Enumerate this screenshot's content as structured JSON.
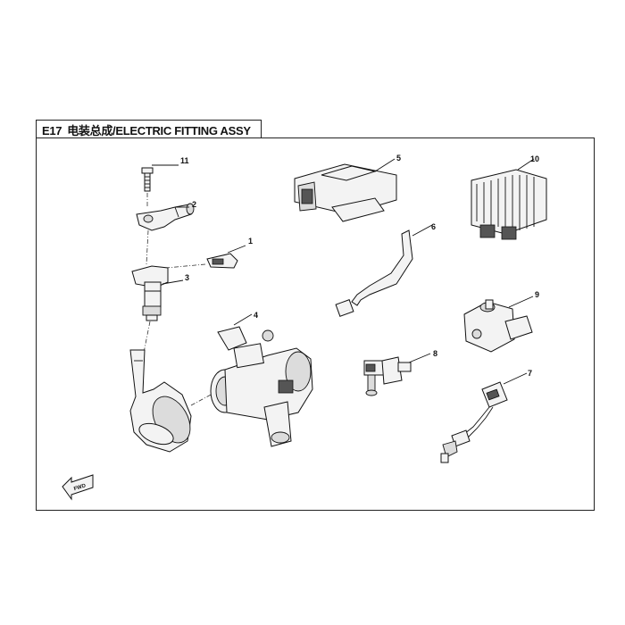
{
  "title": {
    "code": "E17",
    "name": "电装总成/ELECTRIC FITTING ASSY"
  },
  "callouts": [
    "1",
    "2",
    "3",
    "4",
    "5",
    "6",
    "7",
    "8",
    "9",
    "10",
    "11"
  ],
  "direction_marker": "FWD"
}
